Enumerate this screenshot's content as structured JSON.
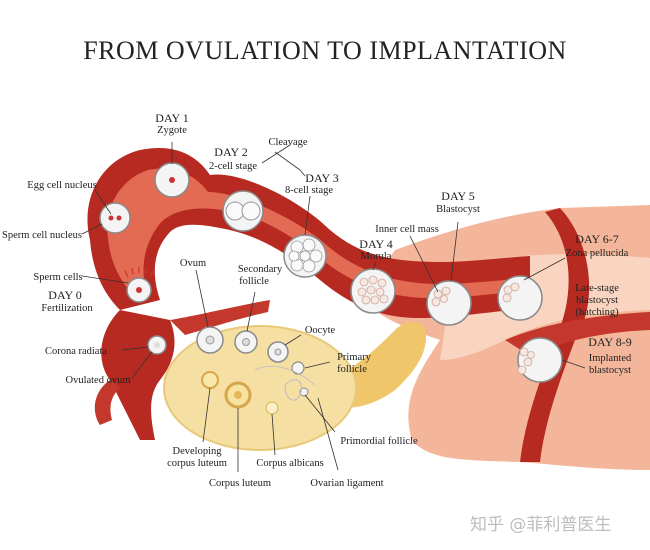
{
  "title": "FROM OVULATION TO IMPLANTATION",
  "colors": {
    "tube": "#b72a22",
    "tube_dark": "#8e1a14",
    "tube_inner": "#e36a53",
    "uterus": "#f3b69b",
    "uterus_inner": "#f9d4c0",
    "ovary": "#f6dfa2",
    "cell": "#f4f4f4"
  },
  "stages": [
    {
      "day": "DAY 1",
      "label": "Zygote"
    },
    {
      "day": "DAY 2",
      "label": "2-cell stage",
      "note": "Cleavage"
    },
    {
      "day": "DAY 3",
      "label": "8-cell stage"
    },
    {
      "day": "DAY 4",
      "label": "Morula"
    },
    {
      "day": "DAY 5",
      "label": "Blastocyst",
      "note": "Inner cell mass"
    },
    {
      "day": "DAY 6-7",
      "label": "Zona pellucida",
      "note": "Late-stage blastocyst (hatching)"
    },
    {
      "day": "DAY 8-9",
      "label": "Implanted blastocyst"
    },
    {
      "day": "DAY 0",
      "label": "Fertilization"
    }
  ],
  "labels": {
    "egg_cell_nucleus": "Egg cell nucleus",
    "sperm_cell_nucleus": "Sperm cell nucleus",
    "sperm_cells": "Sperm cells",
    "corona_radiata": "Corona radiata",
    "ovulated_ovum": "Ovulated ovum",
    "ovum": "Ovum",
    "secondary_follicle": "Secondary follicle",
    "oocyte": "Oocyte",
    "primary_follicle": "Primary follicle",
    "primordial_follicle": "Primordial follicle",
    "developing_corpus_luteum": "Developing corpus luteum",
    "corpus_albicans": "Corpus albicans",
    "corpus_luteum": "Corpus luteum",
    "ovarian_ligament": "Ovarian ligament",
    "late_stage": "Late-stage",
    "blastocyst": "blastocyst",
    "hatching": "(hatching)",
    "implanted": "Implanted",
    "blastocyst2": "blastocyst",
    "developing": "Developing",
    "corpus_luteum_line2": "corpus luteum",
    "secondary": "Secondary",
    "follicle": "follicle",
    "primary": "Primary",
    "follicle2": "follicle"
  },
  "watermark": "知乎 @菲利普医生"
}
